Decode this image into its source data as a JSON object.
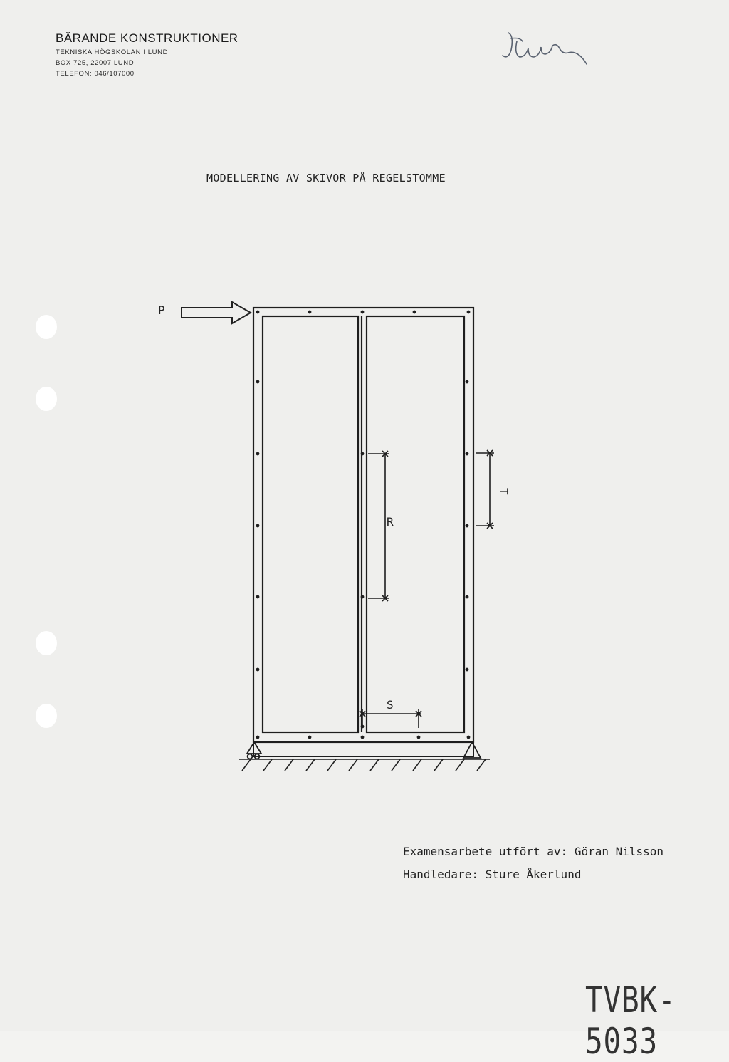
{
  "letterhead": {
    "department": "BÄRANDE KONSTRUKTIONER",
    "institution": "TEKNISKA HÖGSKOLAN I LUND",
    "address": "BOX 725, 22007 LUND",
    "phone": "TELEFON: 046/107000"
  },
  "signature": {
    "text": "Sture"
  },
  "title": "MODELLERING AV SKIVOR PÅ REGELSTOMME",
  "diagram": {
    "load_label": "P",
    "dimension_labels": {
      "t": "T",
      "r": "R",
      "s": "S"
    }
  },
  "credits": {
    "line1": "Examensarbete utfört av: Göran Nilsson",
    "line2": "Handledare: Sture Åkerlund"
  },
  "report_number": "TVBK-5033"
}
